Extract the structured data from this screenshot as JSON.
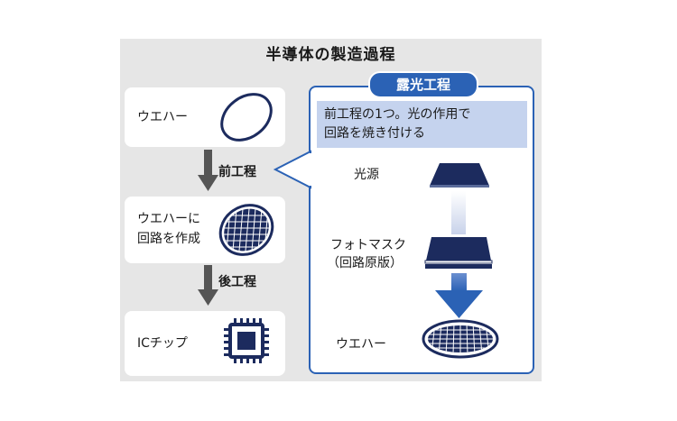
{
  "title": "半導体の製造過程",
  "left": {
    "cards": [
      {
        "label": "ウエハー"
      },
      {
        "label_line1": "ウエハーに",
        "label_line2": "回路を作成"
      },
      {
        "label": "ICチップ"
      }
    ],
    "steps": [
      "前工程",
      "後工程"
    ]
  },
  "exposure": {
    "badge": "露光工程",
    "description_line1": "前工程の1つ。光の作用で",
    "description_line2": "回路を焼き付ける",
    "light_source": "光源",
    "photomask_line1": "フォトマスク",
    "photomask_line2": "（回路原版）",
    "wafer": "ウエハー"
  },
  "colors": {
    "navy": "#1c2b5e",
    "blue": "#2b62b5",
    "light_blue": "#c5d3ee",
    "gray": "#555555"
  }
}
